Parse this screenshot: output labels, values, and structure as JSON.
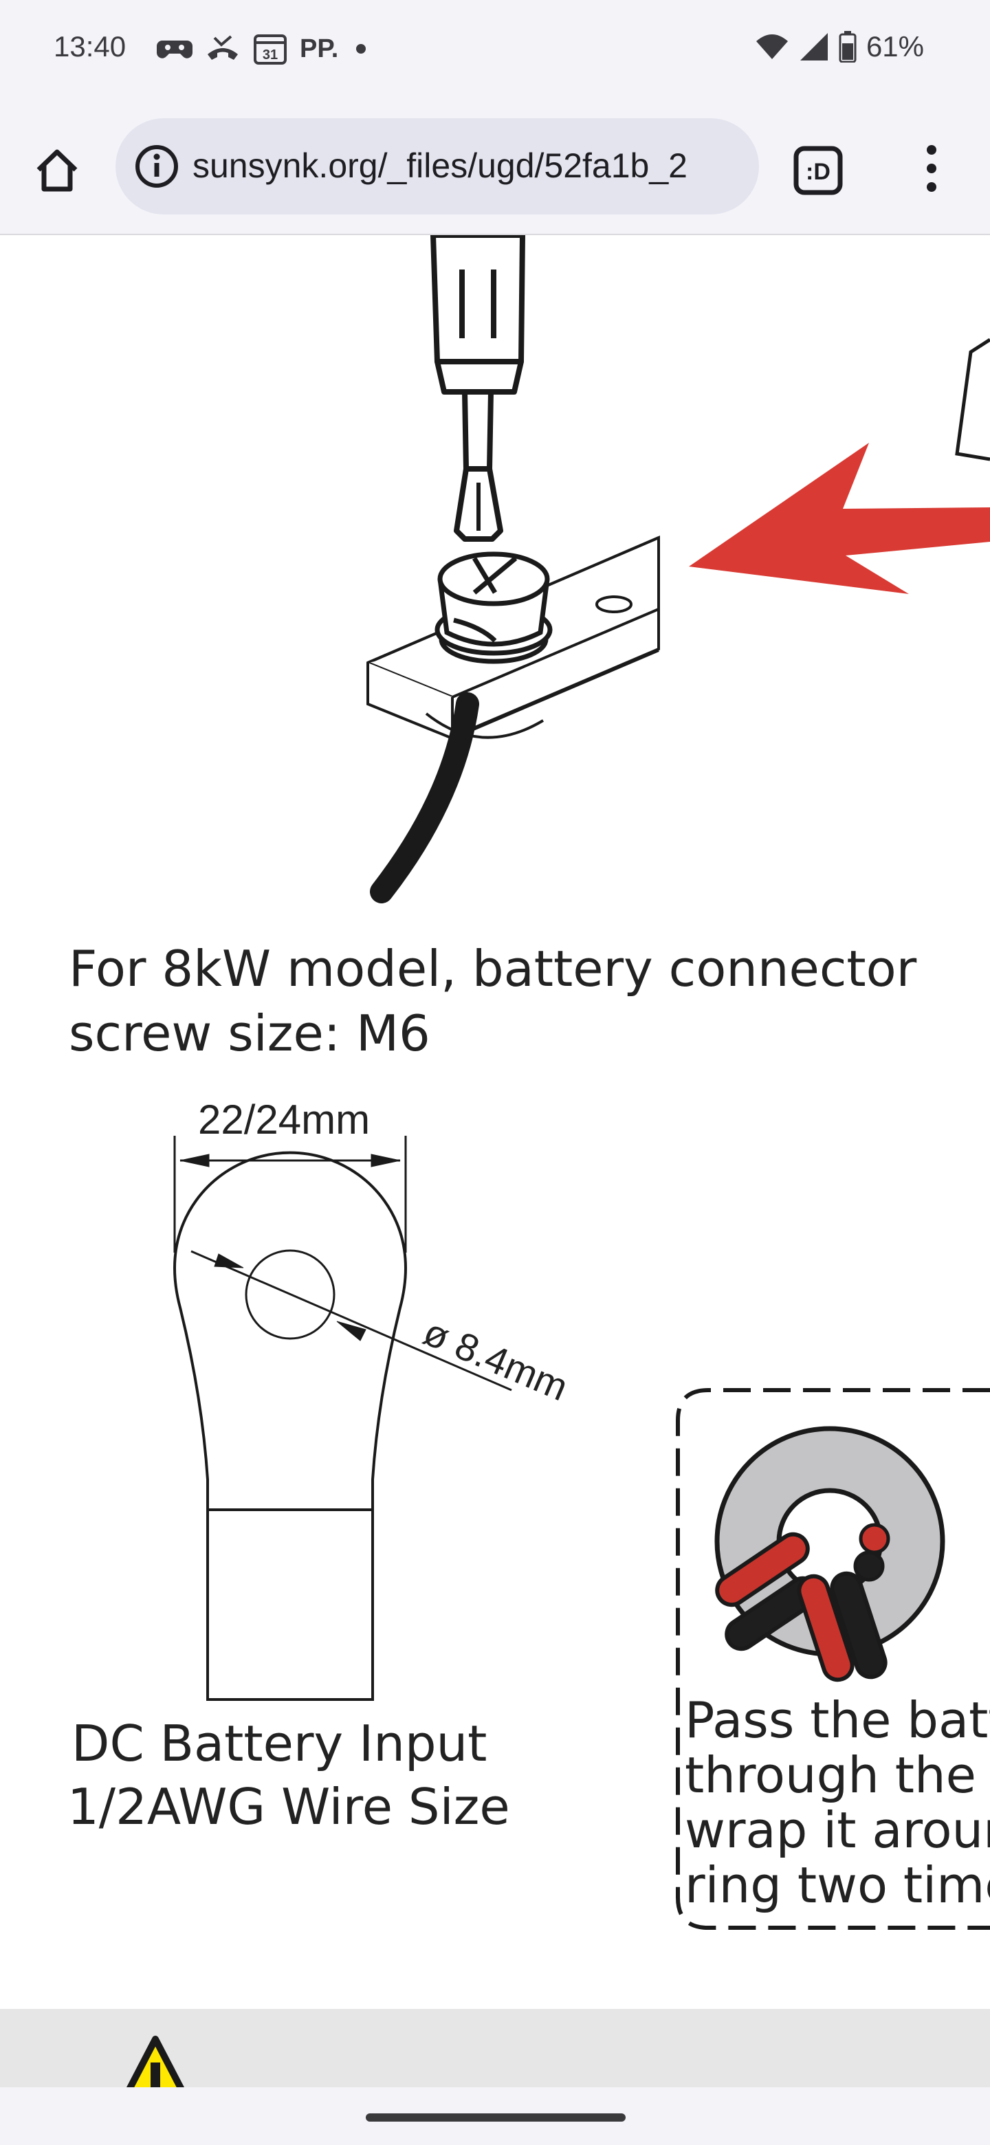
{
  "status_bar": {
    "time": "13:40",
    "left_icons": [
      "game-controller-icon",
      "missed-call-icon",
      "calendar-icon",
      "pp-text",
      "dot-icon"
    ],
    "calendar_day": "31",
    "pp_text": "PP.",
    "battery_percent": "61%"
  },
  "browser": {
    "url": "sunsynk.org/_files/ugd/52fa1b_2",
    "tab_button_label": ":D"
  },
  "content": {
    "caption_model": "For 8kW model, battery connector screw size: M6",
    "caption_model_line1": "For 8kW model, battery connector",
    "caption_model_line2": "screw size: M6",
    "lug_width_label": "22/24mm",
    "lug_hole_label": "ø 8.4mm",
    "caption_wire_line1": "DC Battery Input",
    "caption_wire_line2": "1/2AWG Wire Size",
    "caption_ferrite_line1": "Pass the batt",
    "caption_ferrite_line2": "through the",
    "caption_ferrite_line3": "wrap it aroun",
    "caption_ferrite_line4": "ring two time"
  },
  "colors": {
    "arrow_red": "#d93a33",
    "wire_red": "#c8342c",
    "wire_black": "#1e1e1e",
    "ferrite_grey": "#c4c4c6",
    "warning_yellow": "#ffe800"
  }
}
